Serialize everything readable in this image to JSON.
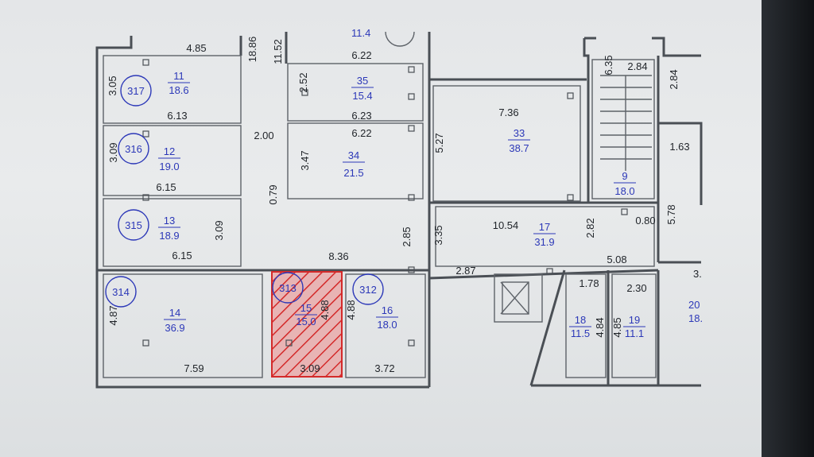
{
  "rooms": [
    {
      "key": "r317",
      "unit": "317",
      "number": "11",
      "area": "18.6"
    },
    {
      "key": "r316",
      "unit": "316",
      "number": "12",
      "area": "19.0"
    },
    {
      "key": "r315",
      "unit": "315",
      "number": "13",
      "area": "18.9"
    },
    {
      "key": "r314",
      "unit": "314",
      "number": "14",
      "area": "36.9"
    },
    {
      "key": "r313",
      "unit": "313",
      "number": "15",
      "area": "15.0"
    },
    {
      "key": "r312",
      "unit": "312",
      "number": "16",
      "area": "18.0"
    },
    {
      "key": "r17",
      "unit": "",
      "number": "17",
      "area": "31.9"
    },
    {
      "key": "r18",
      "unit": "",
      "number": "18",
      "area": "11.5"
    },
    {
      "key": "r19",
      "unit": "",
      "number": "19",
      "area": "11.1"
    },
    {
      "key": "r20",
      "unit": "",
      "number": "20",
      "area": "18."
    },
    {
      "key": "r33",
      "unit": "",
      "number": "33",
      "area": "38.7"
    },
    {
      "key": "r34",
      "unit": "",
      "number": "34",
      "area": "21.5"
    },
    {
      "key": "r35",
      "unit": "",
      "number": "35",
      "area": "15.4"
    },
    {
      "key": "r9",
      "unit": "",
      "number": "9",
      "area": "18.0"
    }
  ],
  "dimensions": [
    "4.85",
    "18.86",
    "11.52",
    "6.22",
    "6.35",
    "2.84",
    "2.84",
    "3.05",
    "6.13",
    "2.52",
    "6.23",
    "6.22",
    "7.36",
    "3.09",
    "2.00",
    "3.47",
    "5.27",
    "1.63",
    "6.15",
    "0.79",
    "3.09",
    "3.35",
    "10.54",
    "2.85",
    "2.82",
    "0.80",
    "5.78",
    "6.15",
    "8.36",
    "5.08",
    "2.87",
    "1.78",
    "2.30",
    "4.87",
    "4.88",
    "4.88",
    "7.59",
    "3.09",
    "3.72",
    "4.85",
    "4.84",
    "3.",
    "11.4"
  ],
  "highlight_color": "#d42a2a",
  "ink_color": "#2c38b8"
}
